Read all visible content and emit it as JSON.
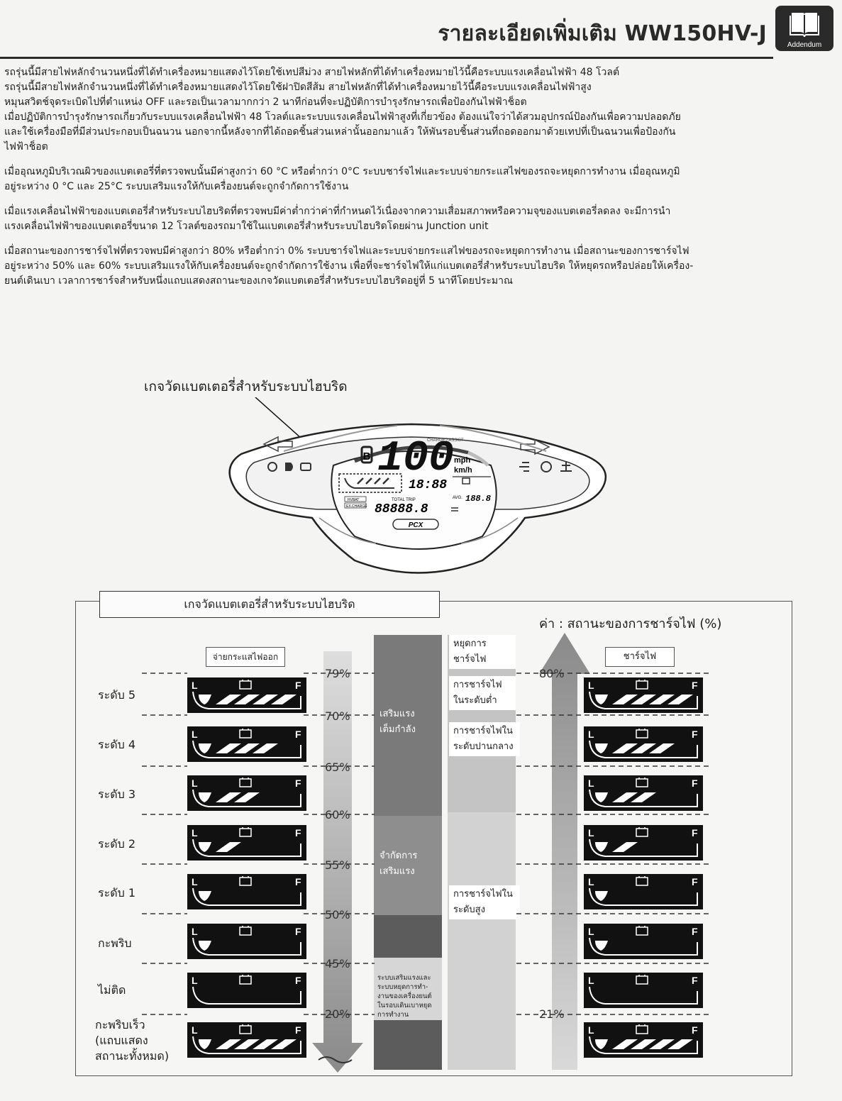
{
  "header": {
    "title": "รายละเอียดเพิ่มเติม WW150HV-J",
    "badge_label": "Addendum"
  },
  "body": {
    "p1": [
      "รถรุ่นนี้มีสายไฟหลักจำนวนหนึ่งที่ได้ทำเครื่องหมายแสดงไว้โดยใช้เทปสีม่วง สายไฟหลักที่ได้ทำเครื่องหมายไว้นี้คือระบบแรงเคลื่อนไฟฟ้า 48 โวลต์",
      "รถรุ่นนี้มีสายไฟหลักจำนวนหนึ่งที่ได้ทำเครื่องหมายแสดงไว้โดยใช้ฝาปิดสีส้ม สายไฟหลักที่ได้ทำเครื่องหมายไว้นี้คือระบบแรงเคลื่อนไฟฟ้าสูง",
      "หมุนสวิตช์จุดระเบิดไปที่ตำแหน่ง OFF และรอเป็นเวลามากกว่า 2 นาทีก่อนที่จะปฏิบัติการบำรุงรักษารถเพื่อป้องกันไฟฟ้าช็อต",
      "เมื่อปฏิบัติการบำรุงรักษารถเกี่ยวกับระบบแรงเคลื่อนไฟฟ้า 48 โวลต์และระบบแรงเคลื่อนไฟฟ้าสูงที่เกี่ยวข้อง ต้องแน่ใจว่าได้สวมอุปกรณ์ป้องกันเพื่อความปลอดภัย",
      "และใช้เครื่องมือที่มีส่วนประกอบเป็นฉนวน นอกจากนี้หลังจากที่ได้ถอดชิ้นส่วนเหล่านั้นออกมาแล้ว ให้พันรอบชิ้นส่วนที่ถอดออกมาด้วยเทปที่เป็นฉนวนเพื่อป้องกัน",
      "ไฟฟ้าช็อต"
    ],
    "p2": [
      "เมื่ออุณหภูมิบริเวณผิวของแบตเตอรี่ที่ตรวจพบนั้นมีค่าสูงกว่า 60 °C หรือต่ำกว่า 0°C ระบบชาร์จไฟและระบบจ่ายกระแสไฟของรถจะหยุดการทำงาน เมื่ออุณหภูมิ",
      "อยู่ระหว่าง 0 °C และ 25°C ระบบเสริมแรงให้กับเครื่องยนต์จะถูกจำกัดการใช้งาน"
    ],
    "p3": [
      "เมื่อแรงเคลื่อนไฟฟ้าของแบตเตอรี่สำหรับระบบไฮบริดที่ตรวจพบมีค่าต่ำกว่าค่าที่กำหนดไว้เนื่องจากความเสื่อมสภาพหรือความจุของแบตเตอรี่ลดลง จะมีการนำ",
      "แรงเคลื่อนไฟฟ้าของแบตเตอรี่ขนาด 12 โวลต์ของรถมาใช้ในแบตเตอรี่สำหรับระบบไฮบริดโดยผ่าน Junction unit"
    ],
    "p4": [
      "เมื่อสถานะของการชาร์จไฟที่ตรวจพบมีค่าสูงกว่า 80% หรือต่ำกว่า 0% ระบบชาร์จไฟและระบบจ่ายกระแสไฟของรถจะหยุดการทำงาน เมื่อสถานะของการชาร์จไฟ",
      "อยู่ระหว่าง 50% และ 60% ระบบเสริมแรงให้กับเครื่องยนต์จะถูกจำกัดการใช้งาน เพื่อที่จะชาร์จไฟให้แก่แบตเตอรี่สำหรับระบบไฮบริด ให้หยุดรถหรือปล่อยให้เครื่อง-",
      "ยนต์เดินเบา เวลาการชาร์จสำหรับหนึ่งแถบแสดงสถานะของเกจวัดแบตเตอรี่สำหรับระบบไฮบริดอยู่ที่ 5 นาทีโดยประมาณ"
    ]
  },
  "dashboard": {
    "caption": "เกจวัดแบตเตอรี่สำหรับระบบไฮบริด",
    "speed": "100",
    "speed_unit_1": "mph",
    "speed_unit_2": "km/h",
    "clock": "18:88",
    "odometer": "88888.8",
    "total_trip": "TOTAL TRIP",
    "avg": "AVG.",
    "avg_value": "188.8",
    "gear_letter": "B",
    "assist_label": "CHARGE / ASSIST",
    "hvbat": "HVBAT",
    "ex_charge": "EX.CHARGE",
    "brand": "PCX"
  },
  "chart": {
    "title": "เกจวัดแบตเตอรี่สำหรับระบบไฮบริด",
    "unit_label": "ค่า : สถานะของการชาร์จไฟ (%)",
    "discharge_label": "จ่ายกระแสไฟออก",
    "charge_label": "ชาร์จไฟ",
    "levels": [
      {
        "label": "ระดับ 5",
        "bars": 5
      },
      {
        "label": "ระดับ 4",
        "bars": 4
      },
      {
        "label": "ระดับ 3",
        "bars": 3
      },
      {
        "label": "ระดับ 2",
        "bars": 2
      },
      {
        "label": "ระดับ 1",
        "bars": 1
      },
      {
        "label": "กะพริบ",
        "bars": 1
      },
      {
        "label": "ไม่ติด",
        "bars": 0
      }
    ],
    "flash_fast": [
      "กะพริบเร็ว",
      "(แถบแสดง",
      "สถานะทั้งหมด)"
    ],
    "discharge_percent": [
      "79%",
      "70%",
      "65%",
      "60%",
      "55%",
      "50%",
      "45%",
      "20%"
    ],
    "charge_percent": [
      "80%",
      "21%"
    ],
    "assist": {
      "full": [
        "เสริมแรง",
        "เต็มกำลัง"
      ],
      "limited": [
        "จำกัดการ",
        "เสริมแรง"
      ],
      "stop": [
        "ระบบเสริมแรงและ",
        "ระบบหยุดการทำ-",
        "งานของเครื่องยนต์",
        "ในรอบเดินเบาหยุด",
        "การทำงาน"
      ]
    },
    "charging": {
      "stop": [
        "หยุดการ",
        "ชาร์จไฟ"
      ],
      "low": [
        "การชาร์จไฟ",
        "ในระดับต่ำ"
      ],
      "mid": [
        "การชาร์จไฟใน",
        "ระดับปานกลาง"
      ],
      "high": [
        "การชาร์จไฟใน",
        "ระดับสูง"
      ]
    },
    "gauge_left": "L",
    "gauge_right": "F"
  }
}
